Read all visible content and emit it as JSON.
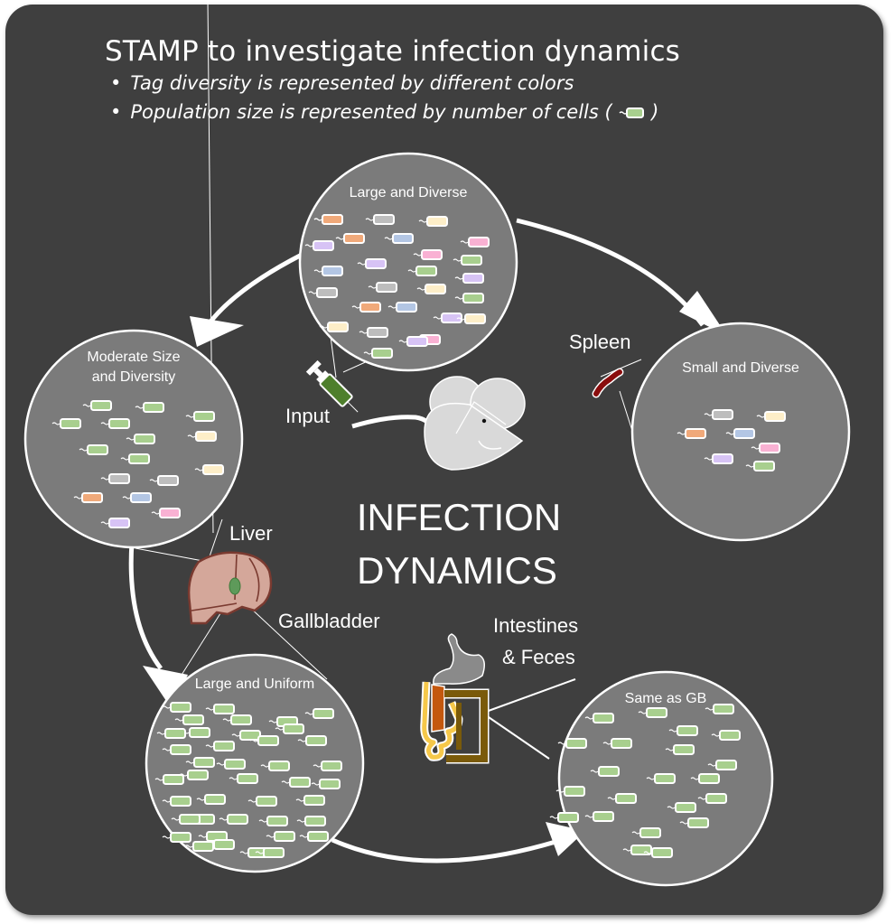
{
  "header": {
    "title": "STAMP to investigate infection dynamics",
    "bullets": [
      "Tag diversity is represented by different colors",
      "Population size is represented by number of cells ("
    ],
    "bullet_suffix": ")"
  },
  "center_label": [
    "INFECTION",
    "DYNAMICS"
  ],
  "organ_labels": {
    "input": "Input",
    "spleen": "Spleen",
    "liver": "Liver",
    "gallbladder": "Gallbladder",
    "intestines": [
      "Intestines",
      "& Feces"
    ]
  },
  "tag_colors": {
    "orange": "#f0a97a",
    "gray": "#bdbdbd",
    "cream": "#fdeec8",
    "purple": "#d7c3f5",
    "blue": "#b3c6e4",
    "pink": "#f9b1d3",
    "green": "#a8cf8e"
  },
  "populations": [
    {
      "id": "input",
      "label": [
        "Large and Diverse"
      ],
      "cells": [
        "orange",
        "gray",
        "cream",
        "orange",
        "blue",
        "purple",
        "pink",
        "pink",
        "green",
        "purple",
        "blue",
        "green",
        "purple",
        "gray",
        "cream",
        "gray",
        "green",
        "orange",
        "blue",
        "cream",
        "purple",
        "gray",
        "pink",
        "cream",
        "purple",
        "green",
        "orange"
      ]
    },
    {
      "id": "spleen",
      "label": [
        "Small and Diverse"
      ],
      "cells": [
        "gray",
        "cream",
        "orange",
        "blue",
        "pink",
        "purple",
        "green"
      ]
    },
    {
      "id": "liver",
      "label": [
        "Moderate Size",
        "and Diversity"
      ],
      "cells": [
        "green",
        "green",
        "green",
        "green",
        "green",
        "green",
        "cream",
        "green",
        "green",
        "gray",
        "gray",
        "cream",
        "orange",
        "blue",
        "pink",
        "purple"
      ]
    },
    {
      "id": "gallbladder",
      "label": [
        "Large and Uniform"
      ],
      "cells_color": "green",
      "cell_count": 44
    },
    {
      "id": "intestines",
      "label": [
        "Same as GB"
      ],
      "cells_color": "green",
      "cell_count": 22
    }
  ],
  "colors": {
    "background": "#3f3f3f",
    "circle_fill": "#7b7b7b",
    "stroke": "#ffffff",
    "syringe_fill": "#4e7f2c",
    "mouse_fill": "#d9d9d9",
    "spleen_fill": "#8a0d0d",
    "liver_fill": "#d4a79a",
    "liver_stroke": "#7a3a30",
    "gallbladder_fill": "#5e9a5a",
    "stomach_fill": "#8a8a8a",
    "small_intestine": "#f6c84a",
    "cecum": "#c4580e",
    "colon": "#7a5a0a"
  }
}
